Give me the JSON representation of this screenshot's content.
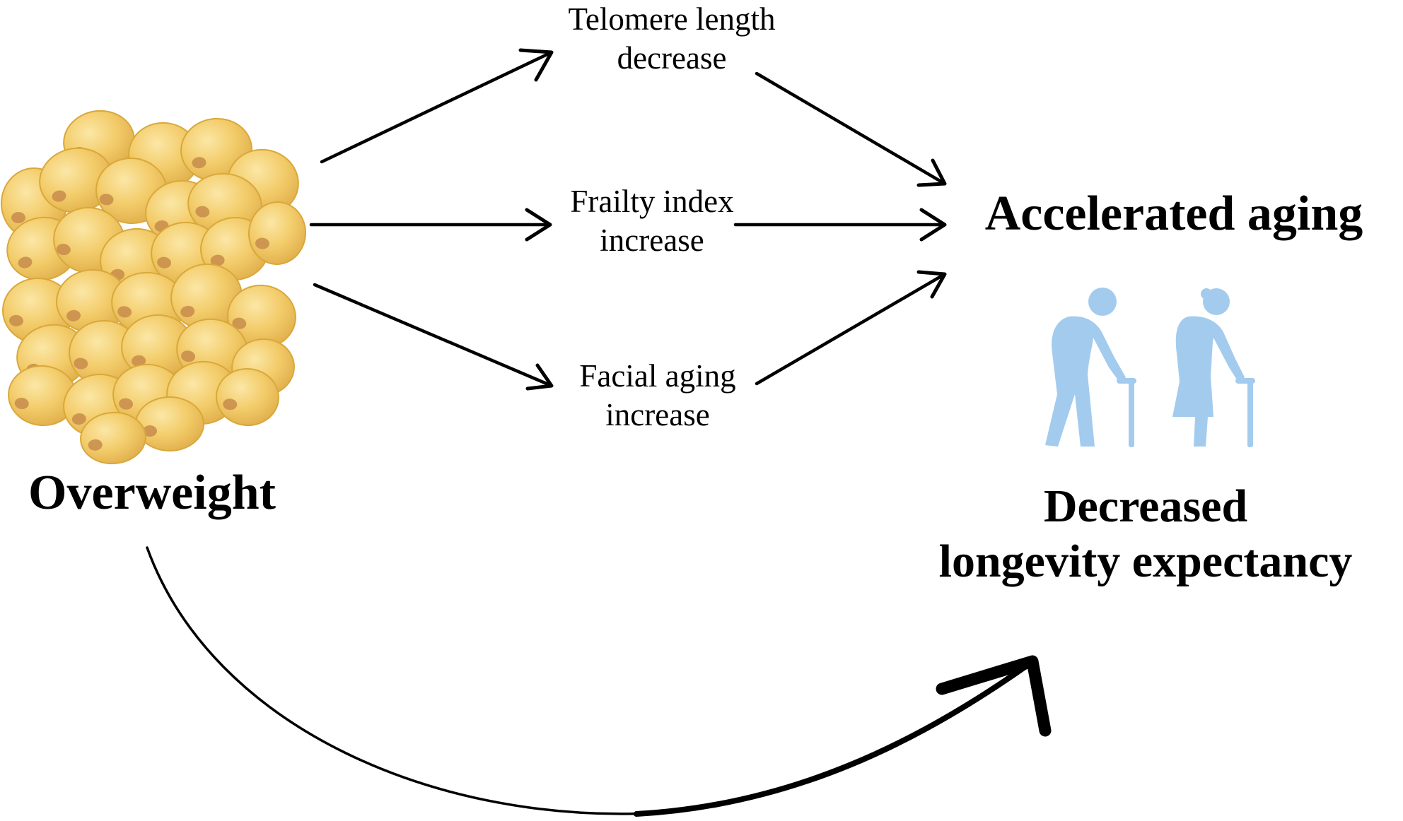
{
  "nodes": {
    "overweight": "Overweight",
    "telomere": {
      "line1": "Telomere length",
      "line2": "decrease"
    },
    "frailty": {
      "line1": "Frailty index",
      "line2": "increase"
    },
    "facial": {
      "line1": "Facial aging",
      "line2": "increase"
    },
    "accelerated_aging": "Accelerated aging",
    "longevity": {
      "line1": "Decreased",
      "line2": "longevity expectancy"
    }
  },
  "icons": {
    "fat_cells": "adipose-tissue-icon",
    "elderly": "elderly-couple-with-canes-icon"
  },
  "colors": {
    "fat_cell_fill": "#f3cc6a",
    "fat_cell_highlight": "#f8de8e",
    "fat_cell_outline": "#d9a83a",
    "nucleus": "#c98f4e",
    "elderly_figures": "#a3cbee",
    "arrows": "#000000"
  }
}
